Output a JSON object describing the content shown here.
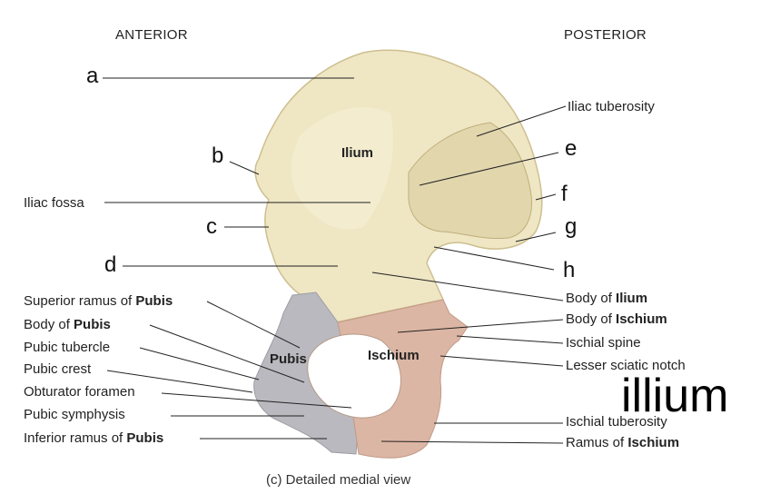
{
  "orientation": {
    "left": "ANTERIOR",
    "right": "POSTERIOR"
  },
  "regions": {
    "ilium": "Ilium",
    "pubis": "Pubis",
    "ischium": "Ischium"
  },
  "letters": {
    "a": "a",
    "b": "b",
    "c": "c",
    "d": "d",
    "e": "e",
    "f": "f",
    "g": "g",
    "h": "h"
  },
  "left_labels": {
    "iliac_fossa": "Iliac fossa",
    "superior_ramus_pubis": {
      "text": "Superior ramus of ",
      "bold": "Pubis"
    },
    "body_pubis": {
      "text": "Body of ",
      "bold": "Pubis"
    },
    "pubic_tubercle": "Pubic tubercle",
    "pubic_crest": "Pubic crest",
    "obturator_foramen": "Obturator foramen",
    "pubic_symphysis": "Pubic symphysis",
    "inferior_ramus_pubis": {
      "text": "Inferior ramus of ",
      "bold": "Pubis"
    }
  },
  "right_labels": {
    "iliac_tuberosity": "Iliac tuberosity",
    "body_ilium": {
      "text": "Body of ",
      "bold": "Ilium"
    },
    "body_ischium": {
      "text": "Body of ",
      "bold": "Ischium"
    },
    "ischial_spine": "Ischial spine",
    "lesser_sciatic_notch": "Lesser sciatic notch",
    "ischial_tuberosity": "Ischial tuberosity",
    "ramus_ischium": {
      "text": "Ramus of ",
      "bold": "Ischium"
    }
  },
  "handwritten_answer": "illium",
  "caption": "(c) Detailed medial view",
  "colors": {
    "ilium": "#efe6c4",
    "ilium_shadow": "#d8cca0",
    "pubis": "#b9b9bf",
    "ischium": "#dcb6a4",
    "lines": "#222222"
  }
}
